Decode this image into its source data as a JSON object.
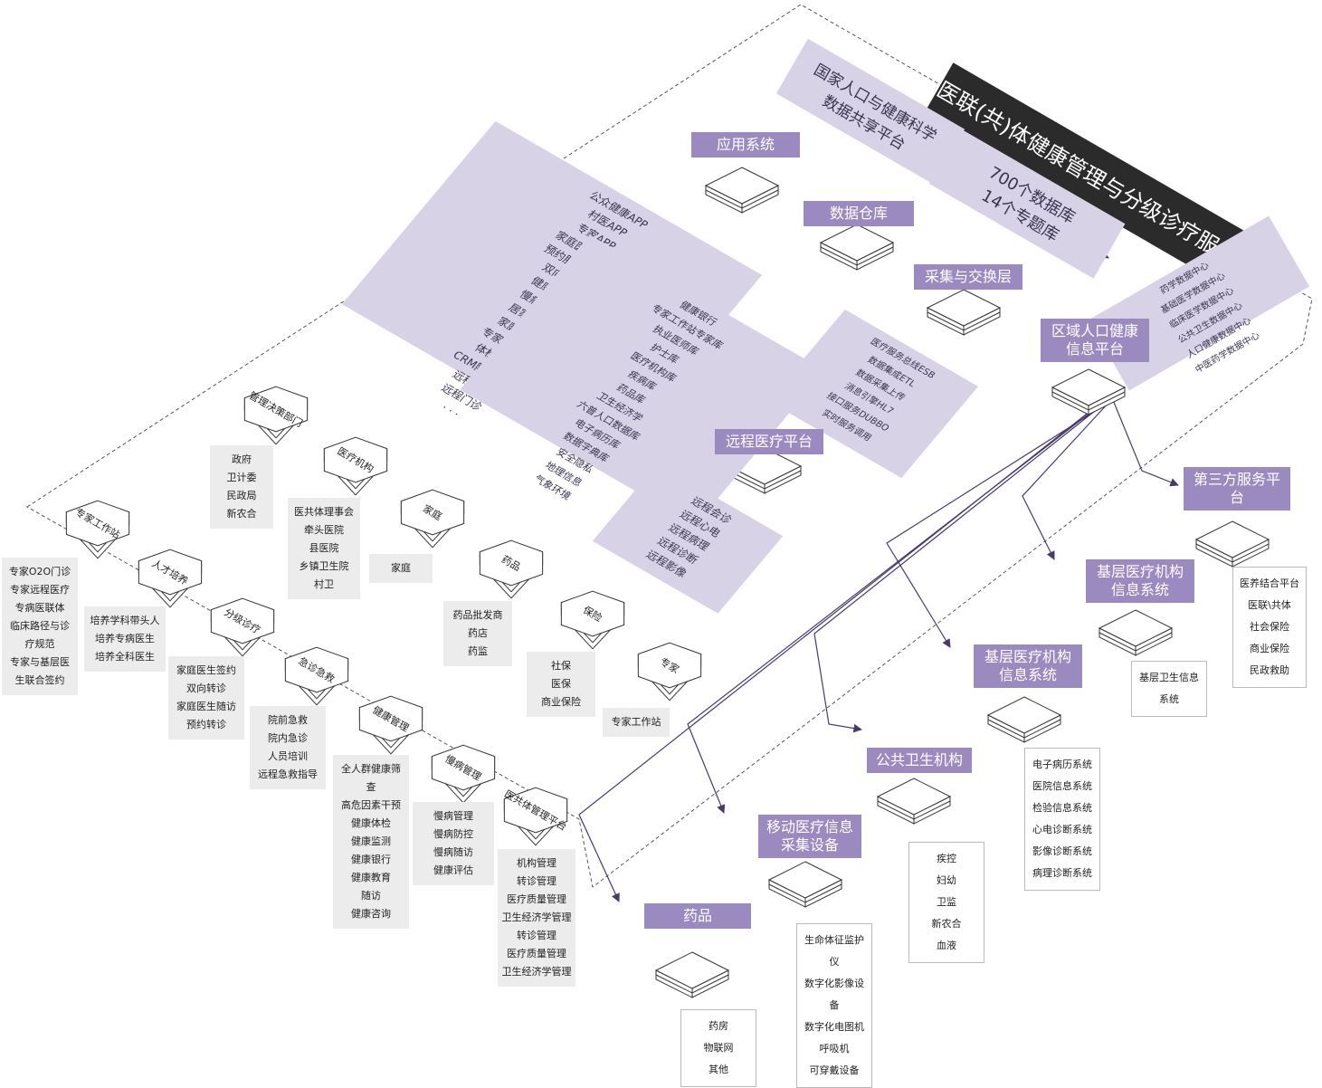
{
  "title": "医联(共)体健康管理与分级诊疗服务平台",
  "top_panels": {
    "national": [
      "国家人口与健康科学",
      "数据共享平台"
    ],
    "databases": [
      "700个数据库",
      "14个专题库"
    ],
    "centers": [
      "药学数据中心",
      "基础医学数据中心",
      "临床医学数据中心",
      "公共卫生数据中心",
      "人口健康数据中心",
      "中医药学数据中心"
    ]
  },
  "layers": {
    "app": {
      "label": "应用系统",
      "items": [
        "公众健康APP",
        "村医APP",
        "专家APP",
        "家庭医生服务",
        "预约服务平台",
        "双向转诊",
        "健康管理",
        "慢病管理",
        "居家养老",
        "家庭病床",
        "专家工作站",
        "体检系统",
        "CRM随访系统",
        "远程医疗",
        "远程门诊",
        "· · ·"
      ]
    },
    "warehouse": {
      "label": "数据仓库",
      "items": [
        "健康银行",
        "专家工作站专家库",
        "执业医师库",
        "护士库",
        "医疗机构库",
        "疾病库",
        "药品库",
        "卫生经济学",
        "六普人口数据库",
        "电子病历库",
        "数据字典库",
        "安全隐私",
        "地理信息",
        "气象环境"
      ]
    },
    "exchange": {
      "label": "采集与交换层",
      "items": [
        "医疗服务总线ESB",
        "数据集成ETL",
        "数据采集上传",
        "消息引擎HL7",
        "接口服务DUBBO",
        "实时服务调用"
      ]
    },
    "region": {
      "label": [
        "区域人口健康",
        "信息平台"
      ]
    },
    "remote": {
      "label": "远程医疗平台",
      "items": [
        "远程会诊",
        "远程心电",
        "远程病理",
        "远程诊断",
        "远程影像"
      ]
    }
  },
  "modules": [
    {
      "name": "专家工作站",
      "items": [
        "专家O2O门诊",
        "专家远程医疗",
        "专病医联体",
        "临床路径与诊疗规范",
        "专家与基层医生联合签约"
      ]
    },
    {
      "name": "人才培养",
      "items": [
        "培养学科带头人",
        "培养专病医生",
        "培养全科医生"
      ]
    },
    {
      "name": "分级诊疗",
      "items": [
        "家庭医生签约",
        "双向转诊",
        "家庭医生随访",
        "预约转诊"
      ]
    },
    {
      "name": "急诊急救",
      "items": [
        "院前急救",
        "院内急诊",
        "人员培训",
        "远程急救指导"
      ]
    },
    {
      "name": "健康管理",
      "items": [
        "全人群健康筛查",
        "高危因素干预",
        "健康体检",
        "健康监测",
        "健康银行",
        "健康教育",
        "随访",
        "健康咨询"
      ]
    },
    {
      "name": "慢病管理",
      "items": [
        "慢病管理",
        "慢病防控",
        "慢病随访",
        "健康评估"
      ]
    },
    {
      "name": "医共体管理平台",
      "items": [
        "机构管理",
        "转诊管理",
        "医疗质量管理",
        "卫生经济学管理",
        "转诊管理",
        "医疗质量管理",
        "卫生经济学管理"
      ]
    }
  ],
  "stakeholders": [
    {
      "name": "管理决策部门",
      "items": [
        "政府",
        "卫计委",
        "民政局",
        "新农合"
      ]
    },
    {
      "name": "医疗机构",
      "items": [
        "医共体理事会",
        "牵头医院",
        "县医院",
        "乡镇卫生院",
        "村卫"
      ]
    },
    {
      "name": "家庭",
      "items": [
        "家庭"
      ]
    },
    {
      "name": "药品",
      "items": [
        "药品批发商",
        "药店",
        "药监"
      ]
    },
    {
      "name": "保险",
      "items": [
        "社保",
        "医保",
        "商业保险"
      ]
    },
    {
      "name": "专家",
      "items": [
        "专家工作站"
      ]
    }
  ],
  "outputs": [
    {
      "label": "第三方服务平台",
      "items": [
        "医养结合平台",
        "医联\\共体",
        "社会保险",
        "商业保险",
        "民政救助"
      ]
    },
    {
      "label": "基层医疗机构信息系统",
      "items": [
        "基层卫生信息系统"
      ]
    },
    {
      "label": "基层医疗机构信息系统",
      "items": [
        "电子病历系统",
        "医院信息系统",
        "检验信息系统",
        "心电诊断系统",
        "影像诊断系统",
        "病理诊断系统"
      ]
    },
    {
      "label": "公共卫生机构",
      "items": [
        "疾控",
        "妇幼",
        "卫监",
        "新农合",
        "血液"
      ]
    },
    {
      "label": "移动医疗信息采集设备",
      "items": [
        "生命体征监护仪",
        "数字化影像设备",
        "数字化电图机",
        "呼吸机",
        "可穿戴设备"
      ]
    },
    {
      "label": "药品",
      "items": [
        "药房",
        "物联网",
        "其他"
      ]
    }
  ],
  "colors": {
    "accent": "#9b8abf",
    "panel": "#d8d2e6",
    "line": "#4a3a6a",
    "title_bg": "#2b2b2b"
  }
}
